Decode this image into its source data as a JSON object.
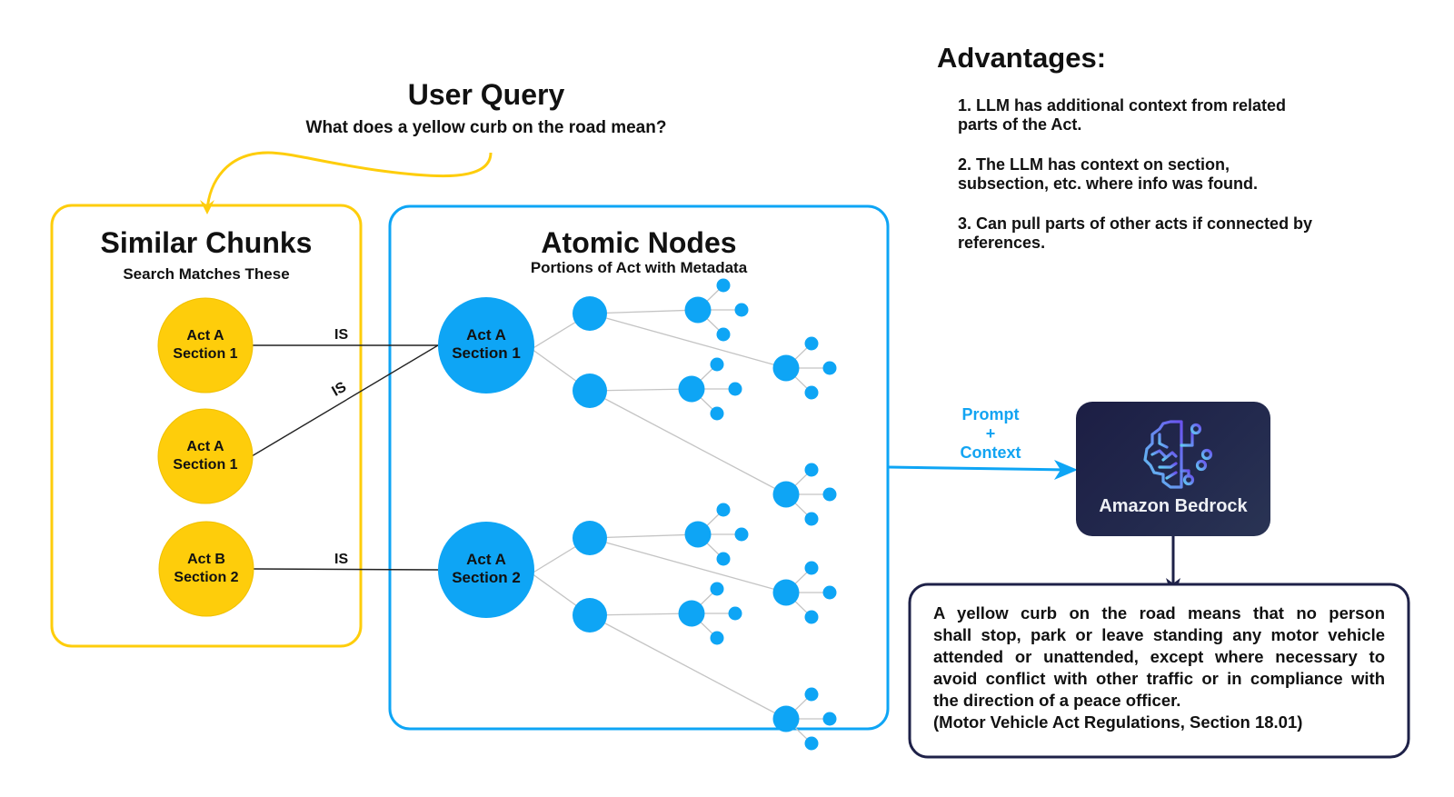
{
  "colors": {
    "yellow": "#fecd0b",
    "blue": "#0ea5f5",
    "navy": "#1e2148",
    "edge_gray": "#c4c4c4",
    "text": "#111111"
  },
  "query": {
    "title": "User Query",
    "text": "What does a yellow curb on the road mean?"
  },
  "advantages": {
    "title": "Advantages:",
    "items": [
      {
        "line1": "1. LLM has additional context from related",
        "line2": "parts of the Act."
      },
      {
        "line1": "2. The LLM has context on section,",
        "line2": "subsection, etc. where info was found."
      },
      {
        "line1": "3. Can pull parts of other acts if connected by",
        "line2": "references."
      }
    ]
  },
  "similar_chunks": {
    "title": "Similar Chunks",
    "subtitle": "Search Matches These",
    "nodes": [
      {
        "line1": "Act A",
        "line2": "Section 1"
      },
      {
        "line1": "Act A",
        "line2": "Section 1"
      },
      {
        "line1": "Act B",
        "line2": "Section 2"
      }
    ]
  },
  "atomic_nodes": {
    "title": "Atomic Nodes",
    "subtitle": "Portions of Act with Metadata",
    "roots": [
      {
        "line1": "Act A",
        "line2": "Section 1"
      },
      {
        "line1": "Act A",
        "line2": "Section 2"
      }
    ],
    "tree_shape": {
      "children_per_root": 2,
      "grandchildren_per_child": 2,
      "leaves_per_grandchild": 3
    }
  },
  "edges": [
    {
      "from": "similar_chunks.nodes.0",
      "to": "atomic_nodes.roots.0",
      "label": "IS"
    },
    {
      "from": "similar_chunks.nodes.1",
      "to": "atomic_nodes.roots.0",
      "label": "IS"
    },
    {
      "from": "similar_chunks.nodes.2",
      "to": "atomic_nodes.roots.1",
      "label": "IS"
    }
  ],
  "prompt_arrow": {
    "line1": "Prompt",
    "line2": "+",
    "line3": "Context"
  },
  "bedrock": {
    "label": "Amazon Bedrock",
    "icon": "brain-circuit-icon"
  },
  "answer": {
    "lines": [
      "A yellow curb on the road means that no person",
      "shall stop, park or leave standing any motor vehicle",
      "attended or unattended, except where necessary to",
      "avoid conflict with other traffic or in compliance with",
      "the direction of a peace officer."
    ],
    "citation": "(Motor Vehicle Act Regulations, Section 18.01)"
  }
}
